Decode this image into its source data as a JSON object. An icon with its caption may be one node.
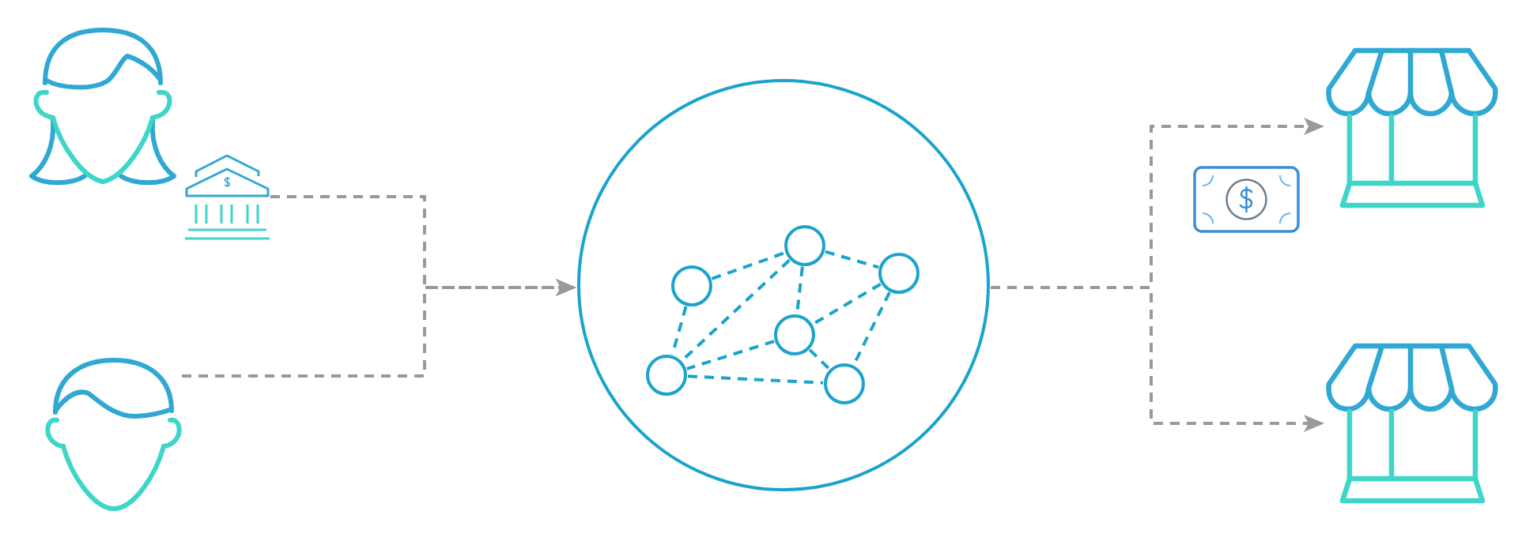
{
  "diagram": {
    "nodes": [
      {
        "text": [],
        "shape": "person"
      },
      {
        "text": [],
        "shape": "picture"
      },
      {
        "text": [],
        "shape": "person"
      },
      {
        "text": [],
        "shape": "circle"
      },
      {
        "text": [],
        "shape": "circle",
        "in": 3
      },
      {
        "text": [],
        "shape": "circle",
        "in": 3
      },
      {
        "text": [],
        "shape": "circle",
        "in": 3
      },
      {
        "text": [],
        "shape": "circle",
        "in": 3
      },
      {
        "text": [],
        "shape": "circle",
        "in": 3
      },
      {
        "text": [],
        "shape": "circle",
        "in": 3
      },
      {
        "text": [],
        "shape": "picture"
      },
      {
        "text": [],
        "shape": "picture"
      }
    ],
    "edges": [
      {
        "from": 1,
        "to": 3,
        "arrow": "to",
        "style": "dashed",
        "color": "#999999"
      },
      {
        "from": 2,
        "to": 3,
        "arrow": "to",
        "style": "dashed",
        "color": "#999999"
      },
      {
        "from": 3,
        "to": 10,
        "arrow": "to",
        "style": "dashed",
        "color": "#999999"
      },
      {
        "from": 3,
        "to": 11,
        "arrow": "to",
        "style": "dashed",
        "color": "#999999"
      },
      {
        "from": 4,
        "to": 5,
        "arrow": "none",
        "style": "dashed"
      },
      {
        "from": 5,
        "to": 6,
        "arrow": "none",
        "style": "dashed"
      },
      {
        "from": 4,
        "to": 8,
        "arrow": "none",
        "style": "dashed"
      },
      {
        "from": 5,
        "to": 8,
        "arrow": "none",
        "style": "dashed"
      },
      {
        "from": 5,
        "to": 7,
        "arrow": "none",
        "style": "dashed"
      },
      {
        "from": 6,
        "to": 7,
        "arrow": "none",
        "style": "dashed"
      },
      {
        "from": 6,
        "to": 9,
        "arrow": "none",
        "style": "dashed"
      },
      {
        "from": 7,
        "to": 8,
        "arrow": "none",
        "style": "dashed"
      },
      {
        "from": 7,
        "to": 9,
        "arrow": "none",
        "style": "dashed"
      },
      {
        "from": 8,
        "to": 9,
        "arrow": "none",
        "style": "dashed"
      }
    ]
  }
}
